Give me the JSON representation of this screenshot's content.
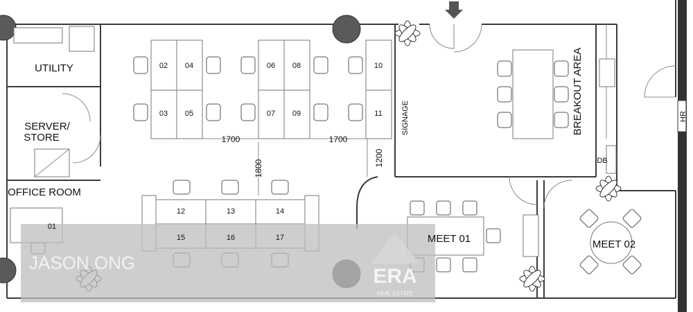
{
  "rooms": {
    "utility": "UTILITY",
    "server_store_line1": "SERVER/",
    "server_store_line2": "STORE",
    "office_room": "OFFICE ROOM",
    "office_desk": "01",
    "breakout": "BREAKOUT AREA",
    "meet_01": "MEET 01",
    "meet_02": "MEET 02",
    "db": "DB",
    "hr": "HR",
    "signage": "SIGNAGE"
  },
  "workstations": {
    "top_row": [
      "02",
      "04",
      "06",
      "08",
      "10"
    ],
    "bottom_row": [
      "03",
      "05",
      "07",
      "09",
      "11"
    ],
    "cluster_top": [
      "12",
      "13",
      "14"
    ],
    "cluster_bottom": [
      "15",
      "16",
      "17"
    ]
  },
  "dimensions": {
    "width_a": "1700",
    "width_b": "1700",
    "aisle": "1800",
    "clearance": "1200"
  },
  "watermark": {
    "agent": "JASON ONG",
    "brand": "ERA",
    "brand_sub": "REAL ESTATE"
  },
  "colors": {
    "wall": "#3a3a3a",
    "column": "#5a5a5a",
    "watermark_band": "#bdbdbd"
  }
}
